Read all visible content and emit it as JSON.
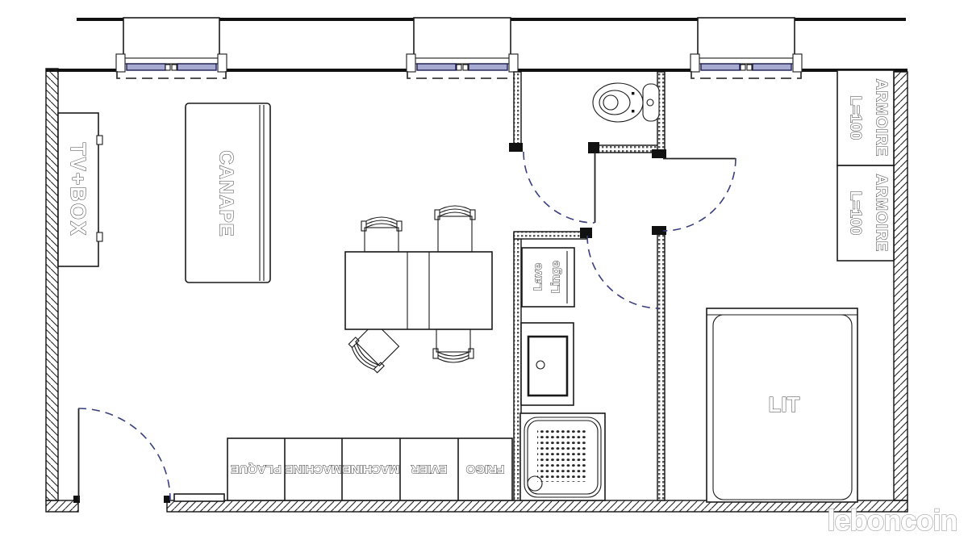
{
  "plan": {
    "living": {
      "tv": "TV+BOX",
      "sofa": "CANAPE"
    },
    "kitchen": {
      "units": [
        "PLAQUE",
        "MACHINE",
        "MACHINE",
        "EVIER",
        "FRIGO"
      ]
    },
    "shower_room": {
      "washer_line1": "Lave",
      "washer_line2": "Linge"
    },
    "bedroom": {
      "bed": "LIT",
      "wardrobe1_line1": "ARMOIRE",
      "wardrobe1_line2": "L=100",
      "wardrobe2_line1": "ARMOIRE",
      "wardrobe2_line2": "L=100"
    }
  },
  "watermark": "leboncoin",
  "colors": {
    "line": "#1a1a1a",
    "glazing": "#a7abd2",
    "glazing_border": "#1c1c50",
    "door_arc": "#3a3f7d",
    "watermark_fill": "#ffffff",
    "watermark_outline": "#b5b5b5"
  }
}
